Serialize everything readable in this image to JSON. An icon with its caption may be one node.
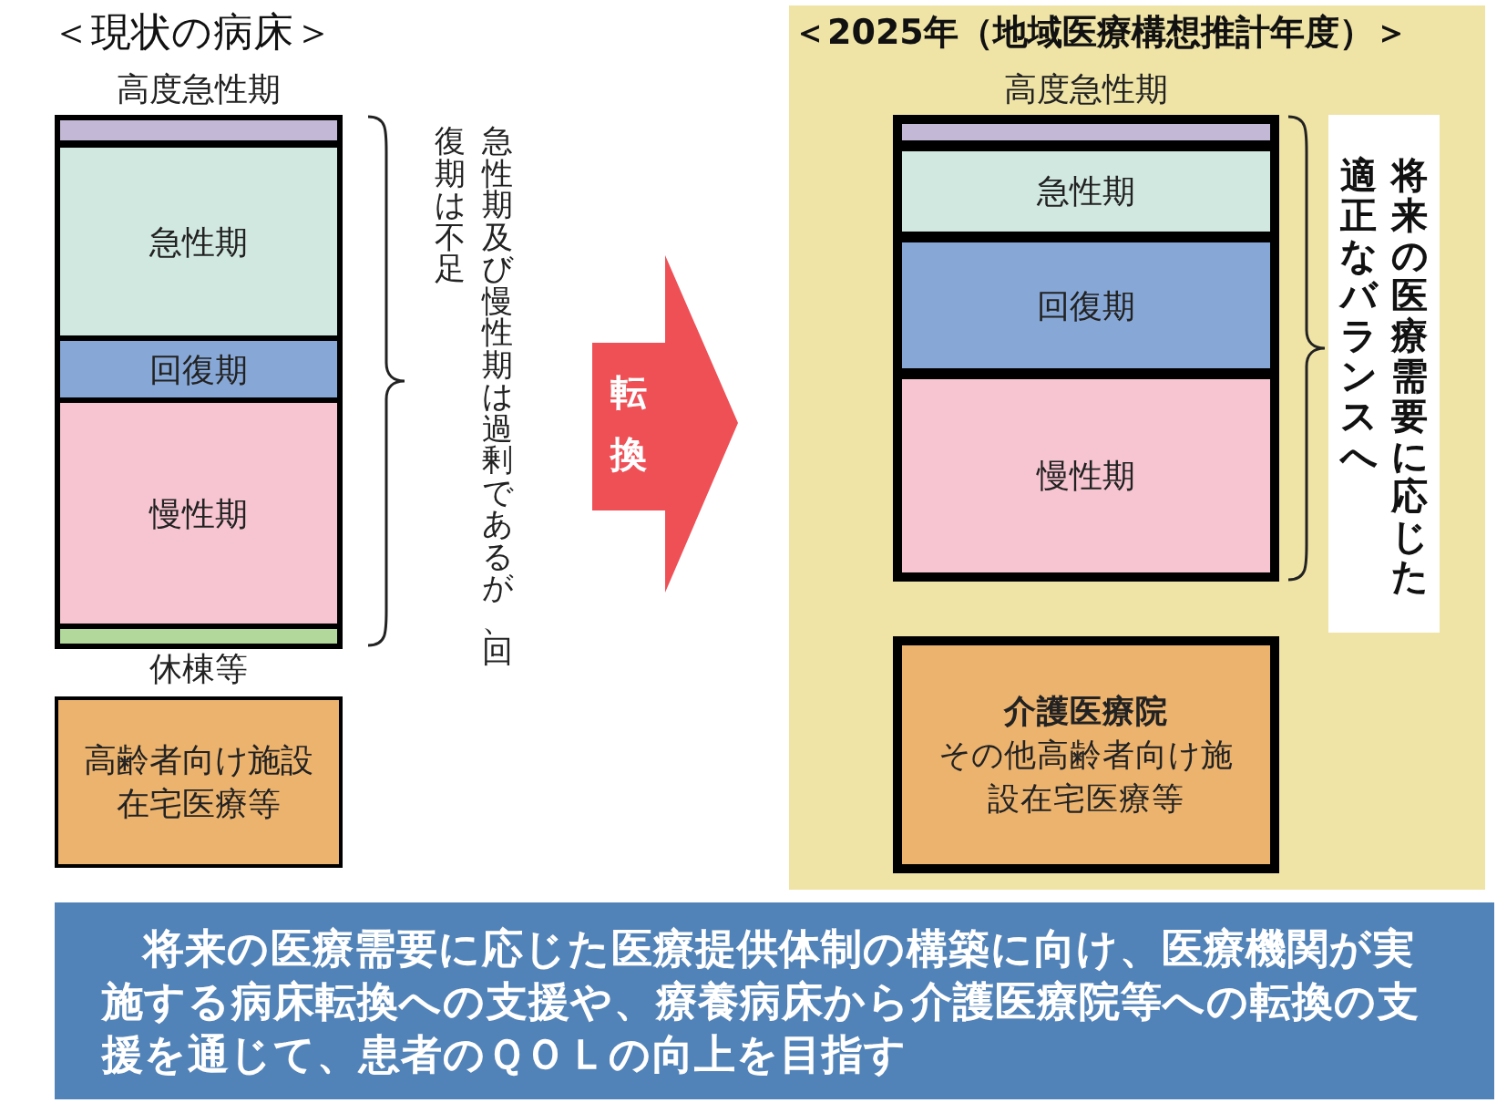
{
  "diagram": {
    "nodes": [
      {
        "text": [
          "高度急性期"
        ]
      },
      {
        "text": [
          "急性期"
        ]
      },
      {
        "text": [
          "回復期"
        ]
      },
      {
        "text": [
          "慢性期"
        ]
      },
      {
        "text": [
          "休棟等"
        ]
      },
      {
        "text": [
          "高齢者向け施設在宅医療等"
        ]
      },
      {
        "text": [
          "転換"
        ]
      },
      {
        "text": [
          "＜2025年（地域医療構想推計年度）＞"
        ]
      },
      {
        "text": [
          "高度急性期"
        ],
        "in": 7
      },
      {
        "text": [
          "急性期"
        ],
        "in": 7
      },
      {
        "text": [
          "回復期"
        ],
        "in": 7
      },
      {
        "text": [
          "慢性期"
        ],
        "in": 7
      },
      {
        "text": [
          "介護医療院",
          "その他高齢者向け施設在宅医療等"
        ],
        "in": 7
      },
      {
        "text": [
          "将来の医療需要に応じた適正なバランスへ"
        ],
        "in": 7
      },
      {
        "text": [
          "将来の医療需要に応じた医療提供体制の構築に向け、医療機関が実施する病床転換への支援や、療養病床から介護医療院等への転換の支援を通じて、患者のＱＯＬの向上を目指す"
        ]
      }
    ],
    "labels": [
      "＜現状の病床＞",
      "急性期及び慢性期は過剰であるが、回復期は不足"
    ]
  }
}
